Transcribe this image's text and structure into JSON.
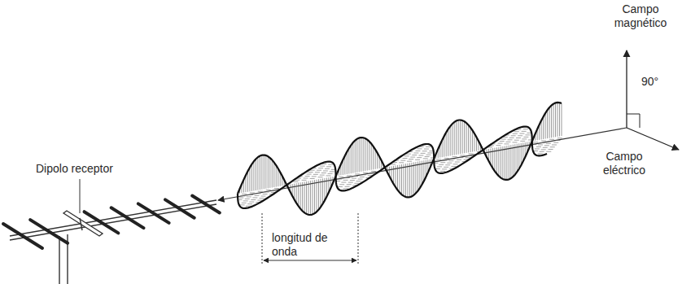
{
  "diagram": {
    "labels": [
      "Dipolo receptor",
      "longitud de onda",
      "Campo magnético",
      "90°",
      "Campo eléctrico"
    ]
  }
}
